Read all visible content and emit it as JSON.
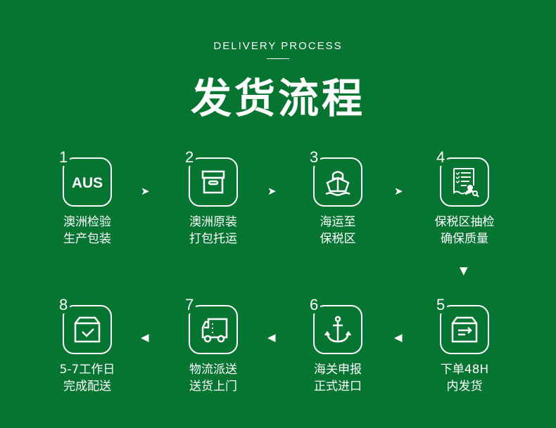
{
  "header": {
    "subtitle": "DELIVERY PROCESS",
    "title": "发货流程"
  },
  "steps": [
    {
      "num": "1",
      "line1": "澳洲检验",
      "line2": "生产包装",
      "icon": "aus-icon",
      "icon_text": "AUS"
    },
    {
      "num": "2",
      "line1": "澳洲原装",
      "line2": "打包托运",
      "icon": "box-icon"
    },
    {
      "num": "3",
      "line1": "海运至",
      "line2": "保税区",
      "icon": "ship-icon"
    },
    {
      "num": "4",
      "line1": "保税区抽检",
      "line2": "确保质量",
      "icon": "inspection-icon"
    },
    {
      "num": "5",
      "line1": "下单48H",
      "line2": "内发货",
      "icon": "shipping-box-icon"
    },
    {
      "num": "6",
      "line1": "海关申报",
      "line2": "正式进口",
      "icon": "anchor-icon"
    },
    {
      "num": "7",
      "line1": "物流派送",
      "line2": "送货上门",
      "icon": "truck-icon"
    },
    {
      "num": "8",
      "line1": "5-7工作日",
      "line2": "完成配送",
      "icon": "delivered-box-icon"
    }
  ],
  "arrows": {
    "right": "➤",
    "left": "◀",
    "down": "▼"
  }
}
